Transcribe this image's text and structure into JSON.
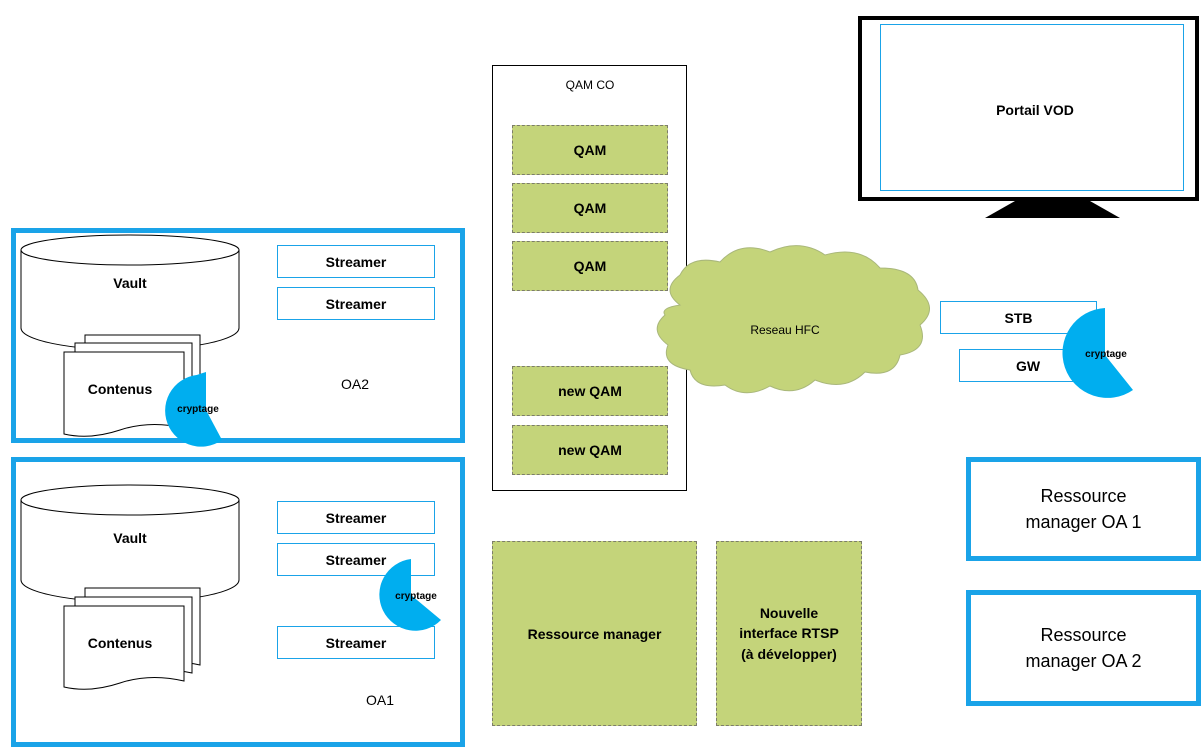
{
  "oa2": {
    "vault": "Vault",
    "streamers": [
      "Streamer",
      "Streamer"
    ],
    "contenus": "Contenus",
    "cryptage": "cryptage",
    "label": "OA2"
  },
  "oa1": {
    "vault": "Vault",
    "streamers": [
      "Streamer",
      "Streamer",
      "Streamer"
    ],
    "contenus": "Contenus",
    "cryptage": "cryptage",
    "label": "OA1"
  },
  "qam_co": {
    "title": "QAM CO",
    "qams": [
      "QAM",
      "QAM",
      "QAM"
    ],
    "new_qams": [
      "new QAM",
      "new QAM"
    ]
  },
  "ressource_manager": "Ressource manager",
  "rtsp": [
    "Nouvelle",
    "interface RTSP",
    "(à développer)"
  ],
  "network": "Reseau HFC",
  "portal": "Portail VOD",
  "stb": "STB",
  "gw": "GW",
  "stb_cryptage": "cryptage",
  "rm_oa1": [
    "Ressource",
    "manager OA 1"
  ],
  "rm_oa2": [
    "Ressource",
    "manager OA 2"
  ],
  "colors": {
    "accent_blue": "#1aa3e8",
    "qam_green": "#c4d47a",
    "crypto_blue": "#00aeef"
  }
}
